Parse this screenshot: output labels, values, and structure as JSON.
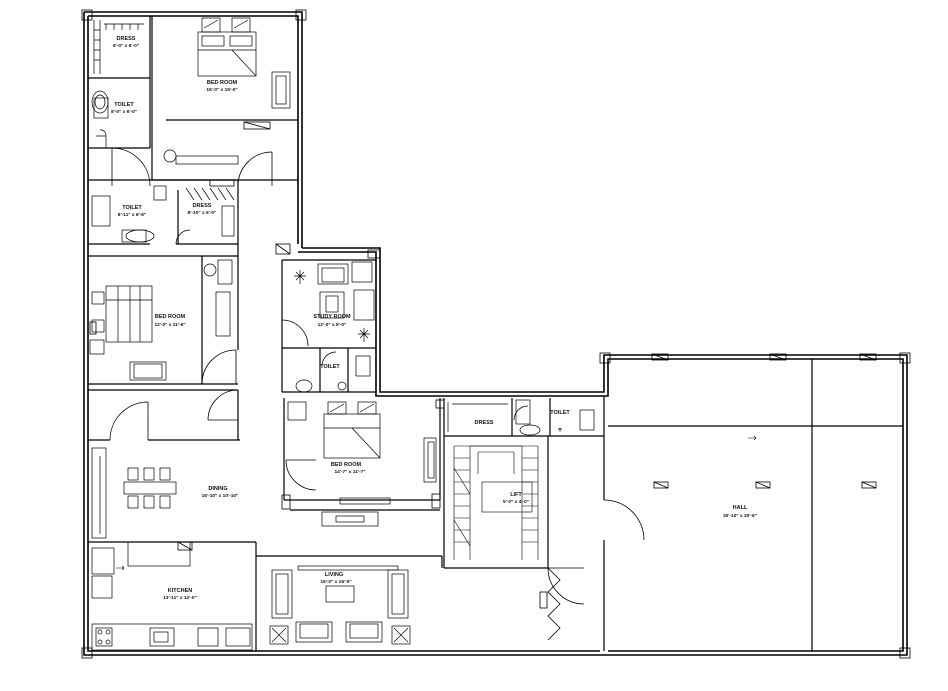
{
  "rooms": {
    "master_bed": {
      "name": "BED ROOM",
      "size": "15'-0\" x 15'-0\""
    },
    "dress_top": {
      "name": "DRESS",
      "size": "6'-0\" x 6'-0\""
    },
    "toilet_top": {
      "name": "TOILET",
      "size": "8'-0\" x 6'-0\""
    },
    "toilet_mid": {
      "name": "TOILET",
      "size": "8'-11\" x 6'-6\""
    },
    "dress_mid": {
      "name": "DRESS",
      "size": "8'-10\" x 6'-0\""
    },
    "bed_left": {
      "name": "BED ROOM",
      "size": "12'-0\" x 11'-6\""
    },
    "study": {
      "name": "STUDY ROOM",
      "size": "12'-0\" x 8'-0\""
    },
    "toilet_study": {
      "name": "TOILET"
    },
    "bed_center": {
      "name": "BED ROOM",
      "size": "14'-7\" x 11'-7\""
    },
    "dress_right": {
      "name": "DRESS"
    },
    "toilet_right": {
      "name": "TOILET"
    },
    "dining": {
      "name": "DINING",
      "size": "15'-10\" x 10'-10\""
    },
    "kitchen": {
      "name": "KITCHEN",
      "size": "13'-11\" x 12'-0\""
    },
    "lift": {
      "name": "LIFT",
      "size": "5'-0\" x 4'-0\""
    },
    "living": {
      "name": "LIVING",
      "size": "15'-0\" x 16'-0\""
    },
    "hall": {
      "name": "HALL",
      "size": "30'-10\" x 20'-6\""
    }
  }
}
